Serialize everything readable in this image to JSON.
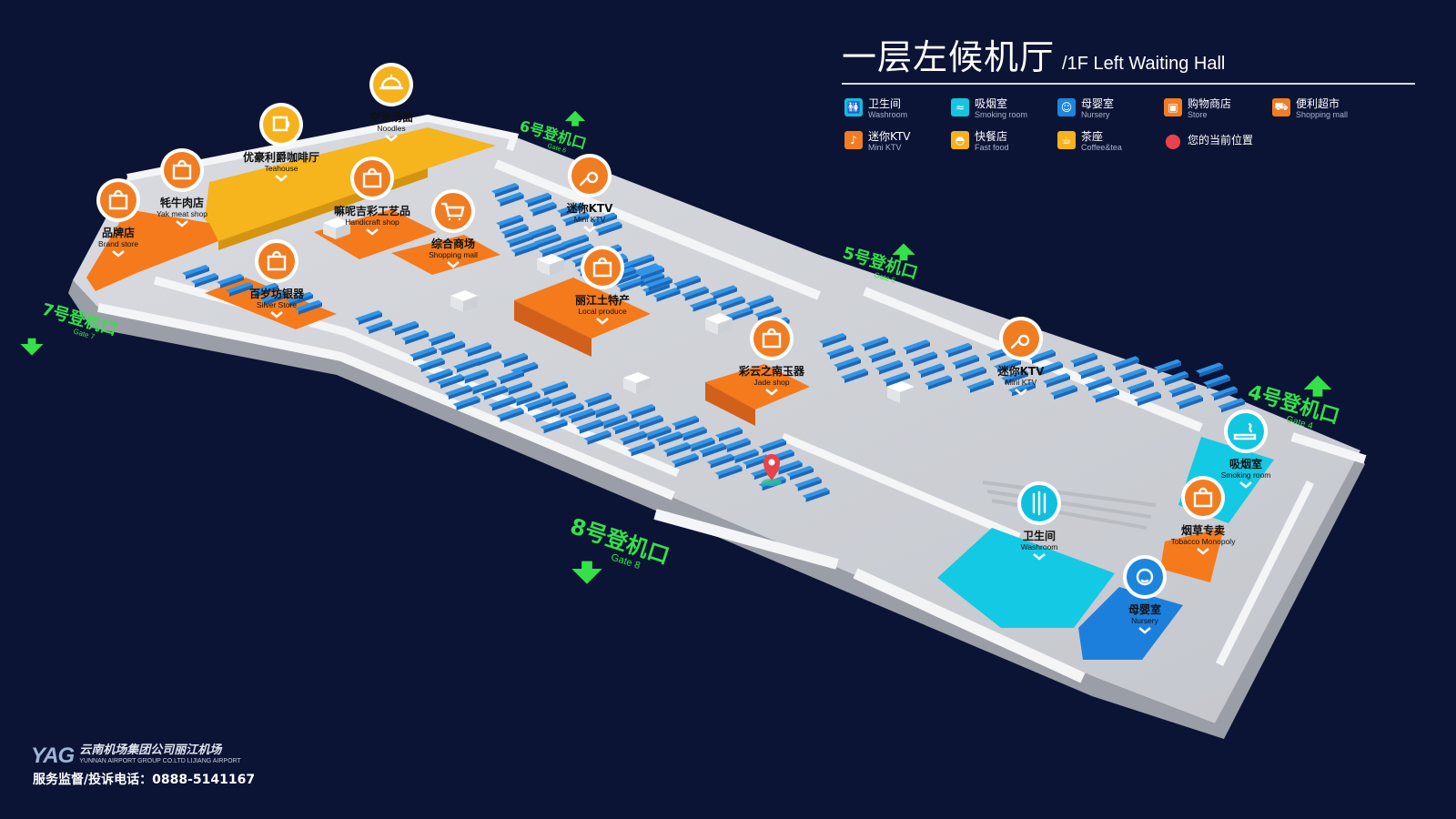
{
  "title": {
    "cn": "一层左候机厅",
    "en": "/1F Left Waiting Hall"
  },
  "legend": [
    {
      "cn": "卫生间",
      "en": "Washroom",
      "icon": "washroom-icon",
      "color": "#10bfdd",
      "glyph": "🚻"
    },
    {
      "cn": "吸烟室",
      "en": "Smoking room",
      "icon": "smoking-icon",
      "color": "#12c6e0",
      "glyph": "≈"
    },
    {
      "cn": "母婴室",
      "en": "Nursery",
      "icon": "nursery-icon",
      "color": "#1c86dd",
      "glyph": "☺"
    },
    {
      "cn": "购物商店",
      "en": "Store",
      "icon": "store-icon",
      "color": "#f07d22",
      "glyph": "▣"
    },
    {
      "cn": "便利超市",
      "en": "Shopping mall",
      "icon": "cart-icon",
      "color": "#f07d22",
      "glyph": "⛟"
    },
    {
      "cn": "迷你KTV",
      "en": "Mini KTV",
      "icon": "microphone-icon",
      "color": "#f07d22",
      "glyph": "♪"
    },
    {
      "cn": "快餐店",
      "en": "Fast food",
      "icon": "cloche-icon",
      "color": "#f5b21d",
      "glyph": "◓"
    },
    {
      "cn": "茶座",
      "en": "Coffee&tea",
      "icon": "coffee-icon",
      "color": "#f5b21d",
      "glyph": "☕"
    },
    {
      "cn": "您的当前位置",
      "en": "",
      "icon": "location-pin-icon",
      "color": "#e8424b",
      "glyph": "⬤"
    }
  ],
  "gates": [
    {
      "cn": "6号登机口",
      "en": "Gate 6"
    },
    {
      "cn": "5号登机口",
      "en": "Gate 5"
    },
    {
      "cn": "4号登机口",
      "en": "Gate 4"
    },
    {
      "cn": "7号登机口",
      "en": "Gate 7"
    },
    {
      "cn": "8号登机口",
      "en": "Gate 8"
    }
  ],
  "pois": [
    {
      "cn": "空港汤面",
      "en": "Noodles",
      "icon": "cloche-icon",
      "color": "#f5b21d"
    },
    {
      "cn": "优豪利爵咖啡厅",
      "en": "Teahouse",
      "icon": "coffee-icon",
      "color": "#f5b21d"
    },
    {
      "cn": "牦牛肉店",
      "en": "Yak meat shop",
      "icon": "sale-bag-icon",
      "color": "#f07d22"
    },
    {
      "cn": "品牌店",
      "en": "Brand store",
      "icon": "sale-bag-icon",
      "color": "#f07d22"
    },
    {
      "cn": "嘛呢吉彩工艺品",
      "en": "Handicraft shop",
      "icon": "sale-bag-icon",
      "color": "#f07d22"
    },
    {
      "cn": "综合商场",
      "en": "Shopping mall",
      "icon": "cart-icon",
      "color": "#f07d22"
    },
    {
      "cn": "迷你KTV",
      "en": "Mini KTV",
      "icon": "microphone-icon",
      "color": "#f07d22"
    },
    {
      "cn": "百岁坊银器",
      "en": "Silver Store",
      "icon": "sale-bag-icon",
      "color": "#f07d22"
    },
    {
      "cn": "丽江土特产",
      "en": "Local produce",
      "icon": "sale-bag-icon",
      "color": "#f07d22"
    },
    {
      "cn": "彩云之南玉器",
      "en": "Jade shop",
      "icon": "sale-bag-icon",
      "color": "#f07d22"
    },
    {
      "cn": "迷你KTV",
      "en": "Mini KTV",
      "icon": "microphone-icon",
      "color": "#f07d22"
    },
    {
      "cn": "吸烟室",
      "en": "Smoking room",
      "icon": "smoking-icon",
      "color": "#12c6e0"
    },
    {
      "cn": "烟草专卖",
      "en": "Tobacco Monopoly",
      "icon": "sale-bag-icon",
      "color": "#f07d22"
    },
    {
      "cn": "卫生间",
      "en": "Washroom",
      "icon": "washroom-icon",
      "color": "#10bfdd"
    },
    {
      "cn": "母婴室",
      "en": "Nursery",
      "icon": "nursery-icon",
      "color": "#1c86dd"
    }
  ],
  "footer": {
    "logo_mark": "YAG",
    "company_cn": "云南机场集团公司丽江机场",
    "company_en": "YUNNAN AIRPORT GROUP CO.LTD LIJIANG AIRPORT",
    "hotline": "服务监督/投诉电话：0888-5141167"
  },
  "colors": {
    "background": "#0b1435",
    "floor": "#cfd1d6",
    "gate": "#35e04a",
    "seat": "#2a8be0"
  }
}
